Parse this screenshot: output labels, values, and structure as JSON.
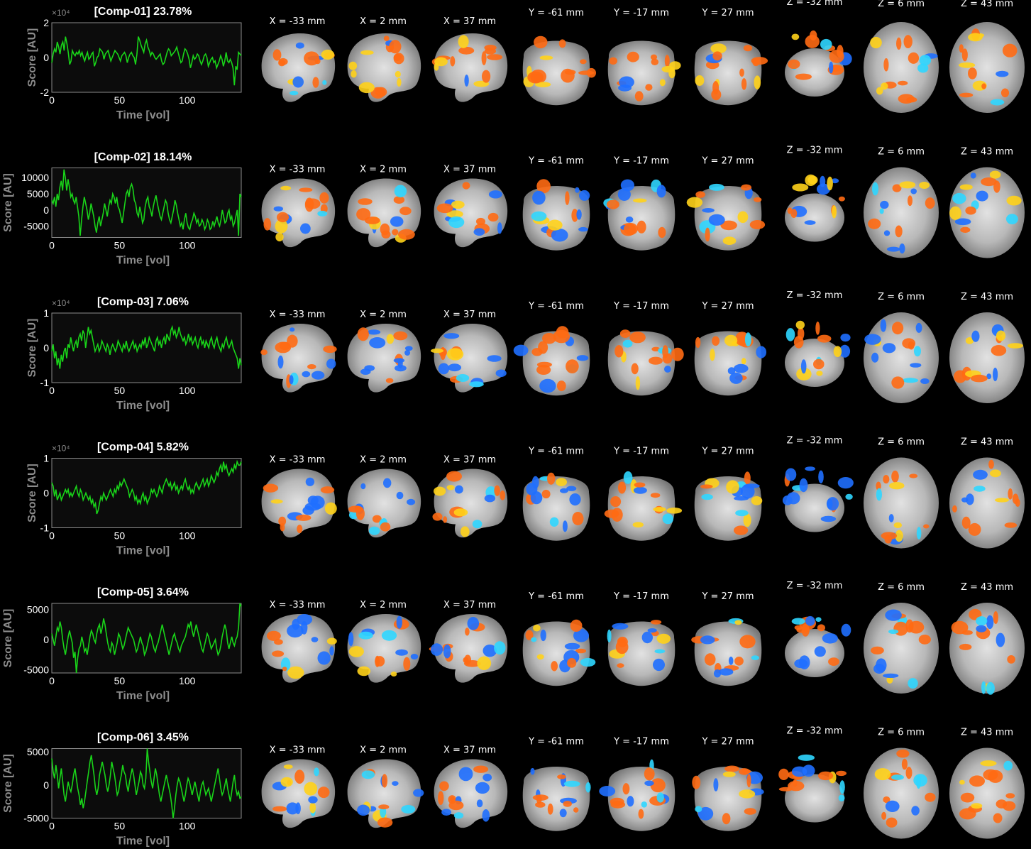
{
  "chart_data": [
    {
      "type": "line",
      "title": "[Comp-01] 23.78%",
      "xlabel": "Time [vol]",
      "ylabel": "Score [AU]",
      "xlim": [
        0,
        140
      ],
      "ylim": [
        -2,
        2
      ],
      "yticks": [
        "2",
        "0",
        "-2"
      ],
      "xticks": [
        "0",
        "50",
        "100"
      ],
      "exponent": "×10⁴",
      "series": [
        {
          "x_step": 2,
          "values": [
            -0.3,
            0.2,
            0.5,
            0.3,
            0.9,
            0.6,
            0.2,
            0.7,
            0.9,
            0.4,
            1.2,
            0.8,
            0.3,
            -0.4,
            -0.2,
            0.4,
            0.2,
            0.1,
            0.3,
            0.2,
            0.4,
            0.1,
            0.3,
            0.0,
            -0.2,
            0.1,
            0.3,
            -0.1,
            0.0,
            0.2,
            0.3,
            -0.5,
            -0.3,
            0.0,
            0.1,
            0.5,
            0.4,
            0.3,
            -0.1,
            0.2,
            0.3,
            0.4,
            0.1,
            -0.2,
            0.0,
            0.2,
            0.4,
            0.3,
            0.2,
            0.0,
            -0.2,
            0.1,
            0.2,
            0.3,
            0.1,
            -0.3,
            0.0,
            0.2,
            0.3,
            0.1,
            0.0,
            -0.4,
            0.2,
            1.2,
            1.0,
            0.7,
            0.5,
            0.3,
            0.8,
            1.0,
            0.6,
            0.4,
            0.1,
            0.3,
            0.2,
            0.0,
            -0.1,
            0.0,
            0.1,
            0.2,
            -0.2,
            -0.4,
            -0.3,
            0.0,
            0.3,
            0.5,
            0.4,
            0.1,
            0.2,
            0.3,
            0.4,
            0.6,
            0.3,
            0.0,
            -0.3,
            -0.2,
            0.2,
            0.5,
            0.4,
            0.2,
            -0.1,
            -0.6,
            -0.3,
            0.1,
            -0.1,
            0.0,
            0.2,
            0.1,
            -0.2,
            -0.4,
            -0.2,
            0.1,
            0.2,
            0.0,
            -0.5,
            -0.3,
            -0.1,
            0.0,
            -0.3,
            -0.2,
            -0.6,
            -0.4,
            -0.2,
            0.1,
            -0.1,
            -0.5,
            -0.2,
            0.3,
            -0.2,
            -0.3,
            -0.1,
            -0.3,
            -0.6,
            -1.6,
            -0.5,
            -0.7,
            0.3,
            0.2,
            0.1
          ]
        }
      ]
    },
    {
      "type": "line",
      "title": "[Comp-02] 18.14%",
      "xlabel": "Time [vol]",
      "ylabel": "Score [AU]",
      "xlim": [
        0,
        140
      ],
      "ylim": [
        -8500,
        13000
      ],
      "yticks": [
        "10000",
        "5000",
        "0",
        "-5000"
      ],
      "xticks": [
        "0",
        "50",
        "100"
      ],
      "exponent": "",
      "series": [
        {
          "x_step": 2,
          "values": [
            3000,
            2000,
            4000,
            1000,
            5000,
            3000,
            7000,
            9000,
            6000,
            12500,
            10000,
            6000,
            9500,
            7000,
            4000,
            5000,
            3000,
            2000,
            4000,
            1000,
            -2000,
            -8000,
            -3000,
            1000,
            4000,
            2000,
            0,
            -3000,
            -1000,
            2000,
            0,
            -2000,
            -5000,
            -7000,
            -4000,
            -2000,
            -5000,
            -3000,
            -1000,
            2000,
            0,
            -2000,
            1000,
            3000,
            2000,
            5000,
            4000,
            2000,
            4000,
            1000,
            0,
            -2000,
            -4000,
            -1000,
            2000,
            5000,
            6000,
            4000,
            7000,
            8000,
            6500,
            3000,
            2000,
            -1000,
            -2000,
            1000,
            -1000,
            -4000,
            -3000,
            1000,
            3000,
            4000,
            1000,
            0,
            -2000,
            1000,
            3000,
            4500,
            2000,
            0,
            -2000,
            -3000,
            -1000,
            1000,
            3000,
            2000,
            -1000,
            -3000,
            -4000,
            -2000,
            0,
            3000,
            1500,
            -1000,
            -3000,
            -5000,
            -4000,
            -6000,
            -3000,
            -1000,
            -4000,
            -5500,
            -6000,
            -4000,
            -3000,
            -1000,
            -2000,
            -4000,
            -3000,
            -5000,
            -4500,
            -3000,
            -4000,
            -6000,
            -5000,
            -3000,
            -4000,
            -6000,
            -5500,
            -3500,
            -5000,
            -3500,
            -2000,
            -4000,
            -5000,
            -3000,
            0,
            -2000,
            -4000,
            -3500,
            -1000,
            0,
            -3000,
            -2000,
            -5000,
            -4000,
            -2000,
            0,
            -8000,
            5000,
            4000
          ]
        }
      ]
    },
    {
      "type": "line",
      "title": "[Comp-03] 7.06%",
      "xlabel": "Time [vol]",
      "ylabel": "Score [AU]",
      "xlim": [
        0,
        140
      ],
      "ylim": [
        -1,
        1
      ],
      "yticks": [
        "1",
        "0",
        "-1"
      ],
      "xticks": [
        "0",
        "50",
        "100"
      ],
      "exponent": "×10⁴",
      "series": [
        {
          "x_step": 2,
          "values": [
            -0.1,
            0.1,
            -0.3,
            -0.1,
            -0.5,
            -0.3,
            -0.6,
            -0.2,
            -0.4,
            -0.1,
            0.0,
            -0.3,
            0.1,
            0.0,
            0.3,
            0.1,
            -0.1,
            0.1,
            0.2,
            0.0,
            0.3,
            0.4,
            0.2,
            0.5,
            0.4,
            0.0,
            0.3,
            0.6,
            0.4,
            0.5,
            0.3,
            0.1,
            -0.1,
            0.0,
            0.1,
            -0.1,
            0.0,
            0.2,
            0.1,
            0.0,
            -0.1,
            0.1,
            0.0,
            -0.2,
            0.0,
            0.1,
            0.0,
            -0.1,
            0.0,
            0.2,
            0.1,
            0.0,
            -0.1,
            0.1,
            0.0,
            0.2,
            0.0,
            -0.1,
            0.0,
            0.1,
            0.2,
            0.0,
            0.1,
            -0.1,
            0.0,
            0.1,
            0.0,
            0.2,
            0.1,
            0.3,
            0.0,
            0.1,
            0.3,
            0.2,
            0.1,
            0.0,
            -0.1,
            0.2,
            0.3,
            0.1,
            0.2,
            0.0,
            0.2,
            0.3,
            0.1,
            0.4,
            0.3,
            0.2,
            0.5,
            0.6,
            0.4,
            0.5,
            0.3,
            0.4,
            0.6,
            0.4,
            0.3,
            0.2,
            0.3,
            0.1,
            0.2,
            0.4,
            0.2,
            0.3,
            0.1,
            0.2,
            0.3,
            0.1,
            0.0,
            0.2,
            0.3,
            0.1,
            0.2,
            0.0,
            0.2,
            0.1,
            0.0,
            0.2,
            0.3,
            0.1,
            0.0,
            0.2,
            0.3,
            0.1,
            0.0,
            -0.1,
            0.1,
            0.0,
            0.2,
            0.3,
            0.1,
            0.0,
            0.1,
            0.2,
            0.0,
            -0.1,
            -0.2,
            -0.3,
            -0.6,
            -0.3,
            -0.5
          ]
        }
      ]
    },
    {
      "type": "line",
      "title": "[Comp-04] 5.82%",
      "xlabel": "Time [vol]",
      "ylabel": "Score [AU]",
      "xlim": [
        0,
        140
      ],
      "ylim": [
        -1,
        1
      ],
      "yticks": [
        "1",
        "0",
        "-1"
      ],
      "xticks": [
        "0",
        "50",
        "100"
      ],
      "exponent": "×10⁴",
      "series": [
        {
          "x_step": 2,
          "values": [
            0.3,
            0.2,
            -0.1,
            0.1,
            -0.2,
            -0.1,
            0.0,
            -0.2,
            -0.1,
            0.0,
            0.1,
            0.0,
            0.1,
            -0.1,
            0.0,
            -0.1,
            0.0,
            0.1,
            0.2,
            0.0,
            -0.1,
            0.1,
            0.0,
            -0.2,
            -0.1,
            0.0,
            -0.1,
            -0.2,
            -0.1,
            -0.3,
            -0.2,
            -0.4,
            -0.3,
            -0.6,
            -0.5,
            -0.3,
            -0.1,
            -0.2,
            0.0,
            -0.1,
            -0.2,
            -0.1,
            0.0,
            0.1,
            0.0,
            -0.1,
            0.1,
            0.0,
            0.2,
            0.1,
            0.3,
            0.2,
            0.3,
            0.4,
            0.3,
            0.2,
            0.1,
            -0.1,
            0.0,
            0.1,
            0.0,
            -0.2,
            -0.1,
            -0.3,
            -0.2,
            -0.3,
            -0.1,
            0.0,
            -0.2,
            -0.1,
            -0.3,
            -0.2,
            -0.1,
            0.1,
            0.0,
            0.1,
            0.0,
            -0.1,
            0.0,
            0.2,
            0.1,
            0.0,
            0.2,
            0.3,
            0.4,
            0.3,
            0.2,
            0.3,
            0.1,
            0.2,
            0.3,
            0.1,
            0.2,
            0.0,
            0.1,
            0.2,
            0.1,
            0.3,
            0.4,
            0.2,
            0.1,
            0.2,
            0.0,
            0.1,
            0.0,
            0.2,
            0.3,
            0.2,
            0.1,
            0.2,
            0.3,
            0.4,
            0.2,
            0.3,
            0.4,
            0.2,
            0.3,
            0.5,
            0.4,
            0.3,
            0.4,
            0.6,
            0.5,
            0.7,
            0.8,
            0.6,
            0.9,
            0.7,
            0.8,
            0.6,
            0.5,
            0.6,
            0.7,
            0.6,
            0.8,
            0.7,
            0.9,
            0.8,
            0.8,
            0.9
          ]
        }
      ]
    },
    {
      "type": "line",
      "title": "[Comp-05] 3.64%",
      "xlabel": "Time [vol]",
      "ylabel": "Score [AU]",
      "xlim": [
        0,
        140
      ],
      "ylim": [
        -5500,
        6000
      ],
      "yticks": [
        "5000",
        "0",
        "-5000"
      ],
      "xticks": [
        "0",
        "50",
        "100"
      ],
      "exponent": "",
      "series": [
        {
          "x_step": 2,
          "values": [
            1000,
            0,
            -1000,
            500,
            2000,
            1500,
            3000,
            2000,
            0,
            -1500,
            -2500,
            -1000,
            500,
            1500,
            500,
            -500,
            -3000,
            -2000,
            -5500,
            -3000,
            -1500,
            -1000,
            500,
            -500,
            -2000,
            -1500,
            -2500,
            -1000,
            500,
            1500,
            1000,
            0,
            -500,
            1000,
            2000,
            2500,
            1000,
            2000,
            3500,
            2500,
            1000,
            -500,
            -1500,
            -2000,
            -500,
            -1000,
            -2500,
            -1500,
            -500,
            1000,
            500,
            -500,
            -1500,
            -1000,
            0,
            1000,
            2000,
            1500,
            1000,
            500,
            0,
            -1000,
            -2000,
            -1500,
            -500,
            500,
            -500,
            -1000,
            -2500,
            -2000,
            -1000,
            0,
            1000,
            500,
            -500,
            -1500,
            -2000,
            -1000,
            -500,
            500,
            1500,
            2500,
            1500,
            500,
            -500,
            -1500,
            -2500,
            -1500,
            -500,
            500,
            1000,
            0,
            -500,
            -1500,
            -2000,
            -1000,
            -500,
            0,
            500,
            1500,
            2500,
            2000,
            3000,
            1500,
            500,
            1500,
            2500,
            1500,
            500,
            -500,
            -1500,
            -2000,
            -1000,
            0,
            1000,
            500,
            -500,
            -1500,
            -1000,
            -500,
            0,
            -1500,
            -2500,
            -2000,
            -1000,
            500,
            1500,
            2500,
            1500,
            -500,
            -1500,
            -500,
            500,
            -500,
            -1000,
            0,
            500,
            2000,
            6000,
            5500
          ]
        }
      ]
    },
    {
      "type": "line",
      "title": "[Comp-06] 3.45%",
      "xlabel": "Time [vol]",
      "ylabel": "Score [AU]",
      "xlim": [
        0,
        140
      ],
      "ylim": [
        -5000,
        5500
      ],
      "yticks": [
        "5000",
        "0",
        "-5000"
      ],
      "xticks": [
        "0",
        "50",
        "100"
      ],
      "exponent": "",
      "series": [
        {
          "x_step": 2,
          "values": [
            4000,
            2000,
            1000,
            3000,
            1500,
            -500,
            1000,
            2500,
            500,
            -1500,
            -2500,
            -1000,
            500,
            -500,
            -1000,
            0,
            1500,
            2500,
            1000,
            -500,
            -1500,
            -3000,
            -2000,
            -3500,
            -2500,
            -1000,
            500,
            2000,
            3500,
            4500,
            3000,
            1500,
            -500,
            -1500,
            -500,
            1500,
            2500,
            3500,
            2500,
            1500,
            0,
            -1000,
            0,
            1500,
            3500,
            2500,
            1500,
            0,
            -1500,
            -1000,
            500,
            1500,
            3000,
            2000,
            1500,
            0,
            -1000,
            500,
            1500,
            2500,
            1500,
            0,
            -1500,
            -500,
            500,
            2000,
            1500,
            0,
            -500,
            1000,
            5500,
            3500,
            2000,
            500,
            -500,
            1000,
            2500,
            1500,
            0,
            -1500,
            -2500,
            -1500,
            -500,
            500,
            1500,
            500,
            -500,
            -1500,
            -3000,
            -5000,
            -3500,
            -1500,
            0,
            1000,
            500,
            -500,
            -1500,
            -2500,
            -1500,
            0,
            1000,
            500,
            -500,
            -1500,
            -500,
            500,
            -500,
            -1500,
            -2500,
            -1000,
            0,
            500,
            -500,
            -1500,
            -1000,
            -500,
            -1500,
            -2500,
            -1500,
            -500,
            500,
            1500,
            2500,
            1000,
            -500,
            -1500,
            -1000,
            0,
            1000,
            -500,
            -1500,
            -2500,
            -1000,
            500,
            1500,
            -500,
            -1500,
            -1000,
            -2000,
            -1800
          ]
        }
      ]
    }
  ],
  "slices": {
    "x_labels": [
      "X = -33 mm",
      "X = 2 mm",
      "X = 37 mm"
    ],
    "y_labels": [
      "Y = -61 mm",
      "Y = -17 mm",
      "Y = 27 mm"
    ],
    "z_labels": [
      "Z = -32 mm",
      "Z = 6 mm",
      "Z = 43 mm"
    ]
  },
  "colors": {
    "background": "#000000",
    "line": "#19d419",
    "plot_bg": "#0c0c0c",
    "axis": "#8c8c8c",
    "tissue": "#bdbdbd",
    "positive": "#ff6a13",
    "positive_hot": "#ffd21a",
    "negative": "#1f6fff",
    "negative_cold": "#2fd6ff"
  }
}
